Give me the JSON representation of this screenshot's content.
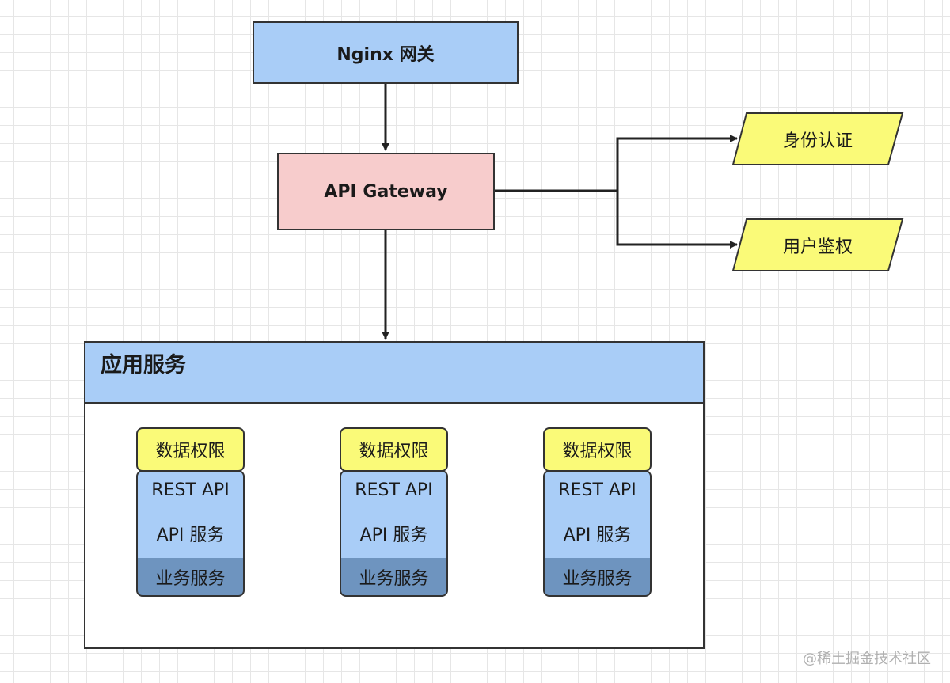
{
  "nodes": {
    "nginx": "Nginx 网关",
    "gateway": "API Gateway",
    "auth": "身份认证",
    "authz": "用户鉴权"
  },
  "app_services": {
    "title": "应用服务",
    "stacks": [
      {
        "permission": "数据权限",
        "rest": "REST API",
        "api": "API 服务",
        "business": "业务服务"
      },
      {
        "permission": "数据权限",
        "rest": "REST API",
        "api": "API 服务",
        "business": "业务服务"
      },
      {
        "permission": "数据权限",
        "rest": "REST API",
        "api": "API 服务",
        "business": "业务服务"
      }
    ]
  },
  "edges": [
    {
      "from": "Nginx 网关",
      "to": "API Gateway"
    },
    {
      "from": "API Gateway",
      "to": "身份认证"
    },
    {
      "from": "API Gateway",
      "to": "用户鉴权"
    },
    {
      "from": "API Gateway",
      "to": "应用服务"
    }
  ],
  "watermark": "@稀土掘金技术社区",
  "colors": {
    "nginx_fill": "#a9cdf7",
    "gateway_fill": "#f7cccc",
    "yellow_fill": "#fafa78",
    "dark_blue_fill": "#6e94bf",
    "stroke": "#333333"
  }
}
